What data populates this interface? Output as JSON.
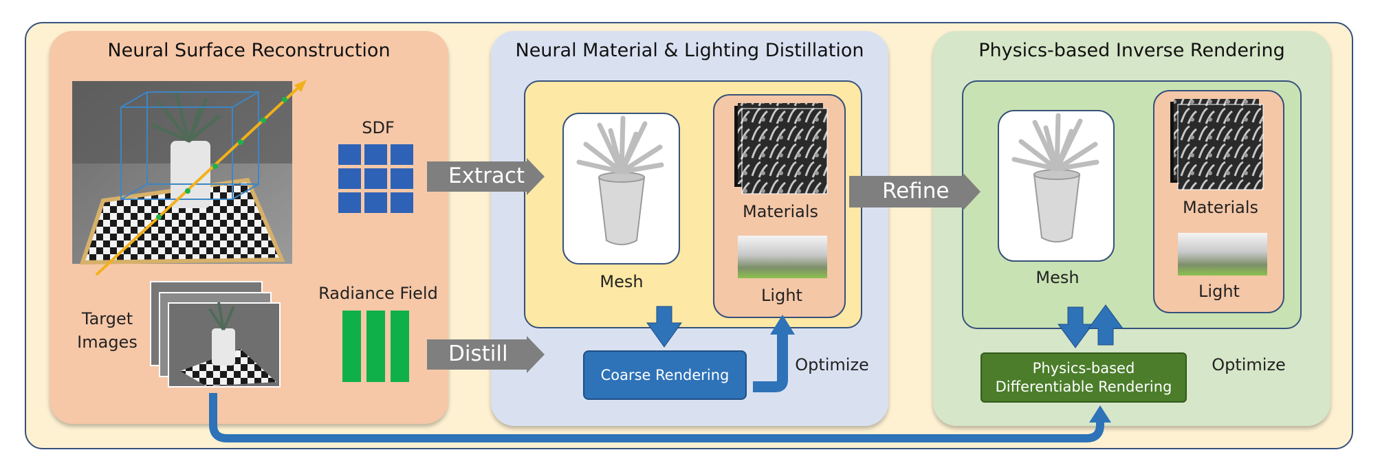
{
  "panels": {
    "left": {
      "title": "Neural Surface Reconstruction",
      "sdf_label": "SDF",
      "radiance_label": "Radiance Field",
      "target_label": "Target\nImages"
    },
    "middle": {
      "title": "Neural Material & Lighting  Distillation",
      "mesh_label": "Mesh",
      "materials_label": "Materials",
      "light_label": "Light",
      "render_label": "Coarse Rendering",
      "optimize_label": "Optimize"
    },
    "right": {
      "title": "Physics-based Inverse Rendering",
      "mesh_label": "Mesh",
      "materials_label": "Materials",
      "light_label": "Light",
      "render_label": "Physics-based\nDifferentiable Rendering",
      "optimize_label": "Optimize"
    }
  },
  "arrows": {
    "extract": "Extract",
    "distill": "Distill",
    "refine": "Refine"
  },
  "colors": {
    "outer_bg": "#fdf1d2",
    "left_panel": "#f6c8a8",
    "middle_panel": "#d9e1f1",
    "right_panel": "#d6e6c8",
    "blue_accent": "#2e72b8",
    "green_accent": "#4b7d2b",
    "grey_arrow": "#7f7f7f",
    "sdf_blue": "#2e62b6",
    "radiance_green": "#0fb04a"
  }
}
